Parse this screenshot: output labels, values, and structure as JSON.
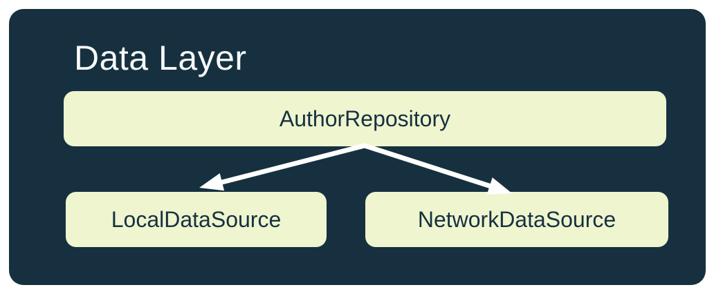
{
  "diagram": {
    "title": "Data Layer",
    "nodes": [
      {
        "id": "author-repository",
        "label": "AuthorRepository"
      },
      {
        "id": "local-data-source",
        "label": "LocalDataSource"
      },
      {
        "id": "network-data-source",
        "label": "NetworkDataSource"
      }
    ],
    "edges": [
      {
        "from": "AuthorRepository",
        "to": "LocalDataSource"
      },
      {
        "from": "AuthorRepository",
        "to": "NetworkDataSource"
      }
    ],
    "colors": {
      "page_bg": "#FFFFFF",
      "container_bg": "#16303F",
      "node_bg": "#EEF5CF",
      "node_text": "#16303F",
      "title_text": "#F7F9F9",
      "arrow": "#FFFFFF"
    }
  }
}
